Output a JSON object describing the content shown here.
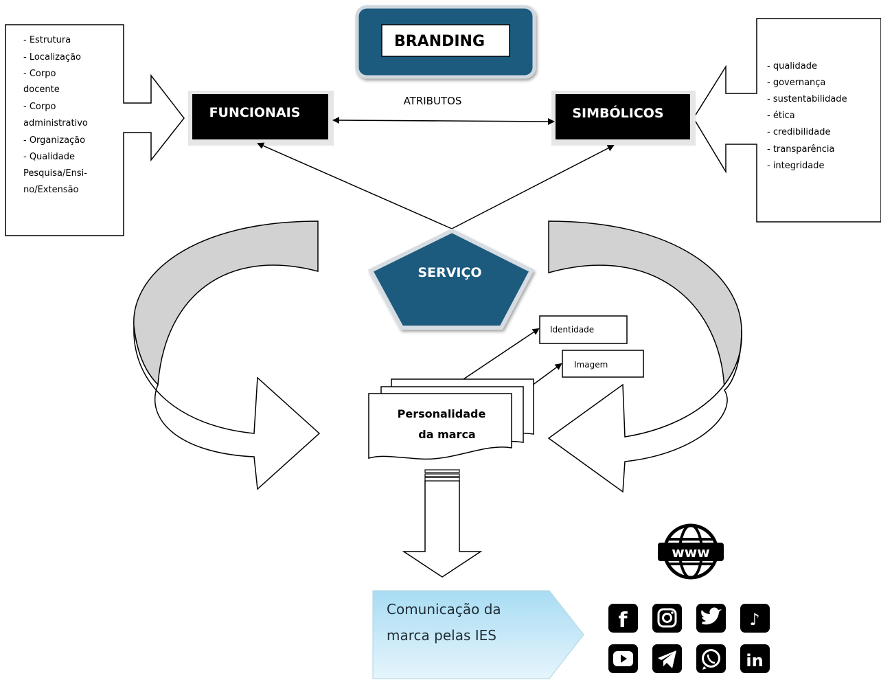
{
  "branding": "BRANDING",
  "atributos": "ATRIBUTOS",
  "funcionais": {
    "title": "FUNCIONAIS",
    "items": [
      "- Estrutura",
      "- Localização",
      "- Corpo",
      "docente",
      "- Corpo",
      "administrativo",
      "- Organização",
      "- Qualidade",
      "Pesquisa/Ensi-",
      "no/Extensão"
    ]
  },
  "simbolicos": {
    "title": "SIMBÓLICOS",
    "items": [
      "- qualidade",
      "- governança",
      "- sustentabilidade",
      "- ética",
      "- credibilidade",
      "- transparência",
      "- integridade"
    ]
  },
  "servico": "SERVIÇO",
  "identidade": "Identidade",
  "imagem": "Imagem",
  "personalidade": [
    "Personalidade",
    "da marca"
  ],
  "comunicacao": [
    "Comunicação da",
    "marca pelas IES"
  ],
  "web_icon": {
    "name": "globe-www-icon",
    "label": "www"
  },
  "social_icons": [
    {
      "name": "facebook-icon",
      "glyph": "f"
    },
    {
      "name": "instagram-icon",
      "glyph": ""
    },
    {
      "name": "twitter-icon",
      "glyph": ""
    },
    {
      "name": "tiktok-icon",
      "glyph": "♪"
    },
    {
      "name": "youtube-icon",
      "glyph": "▶"
    },
    {
      "name": "telegram-icon",
      "glyph": ""
    },
    {
      "name": "whatsapp-icon",
      "glyph": ""
    },
    {
      "name": "linkedin-icon",
      "glyph": "in"
    }
  ],
  "colors": {
    "navy": "#1d5a7e",
    "black": "#000000",
    "arc_gray": "#d2d2d2",
    "banner_top": "#a8dcf3",
    "banner_bottom": "#e6f5fc"
  }
}
